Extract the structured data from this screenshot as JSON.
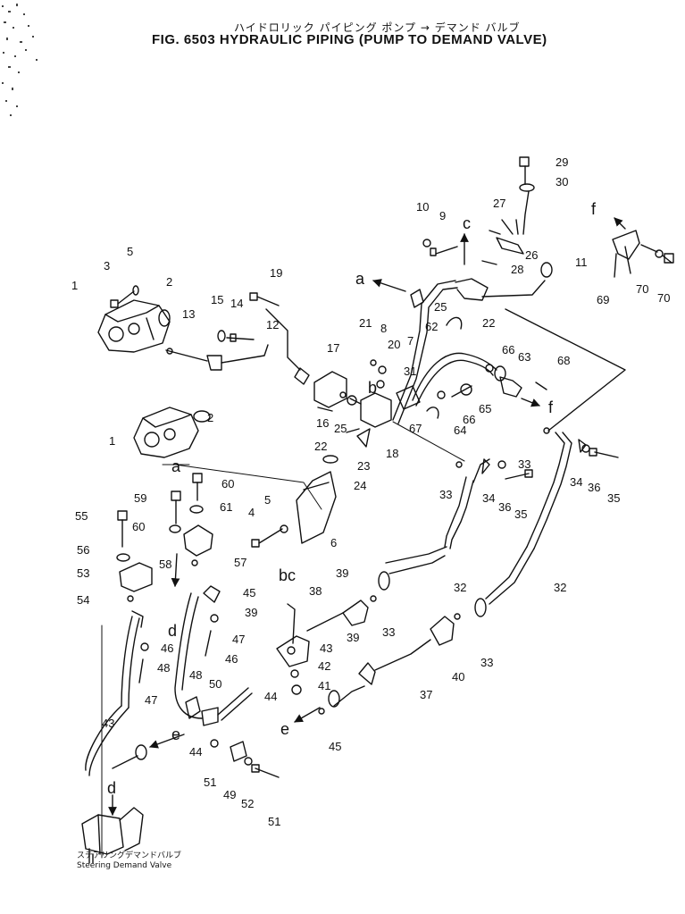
{
  "figure": {
    "title_jp": "ハイドロリック パイピング ポンプ → デマンド バルブ",
    "title_en": "FIG. 6503  HYDRAULIC PIPING (PUMP TO DEMAND VALVE)"
  },
  "caption": {
    "jp": "ステアリングデマンドバルブ",
    "en": "Steering Demand Valve"
  },
  "callouts": [
    "1",
    "1",
    "2",
    "2",
    "3",
    "4",
    "5",
    "5",
    "6",
    "7",
    "8",
    "9",
    "10",
    "11",
    "12",
    "13",
    "14",
    "15",
    "16",
    "17",
    "18",
    "19",
    "20",
    "21",
    "22",
    "22",
    "23",
    "24",
    "25",
    "25",
    "26",
    "27",
    "28",
    "29",
    "30",
    "31",
    "32",
    "32",
    "33",
    "33",
    "33",
    "33",
    "34",
    "34",
    "35",
    "35",
    "36",
    "36",
    "37",
    "38",
    "39",
    "39",
    "39",
    "40",
    "41",
    "42",
    "43",
    "43",
    "44",
    "44",
    "45",
    "45",
    "46",
    "46",
    "47",
    "47",
    "48",
    "48",
    "49",
    "50",
    "51",
    "51",
    "52",
    "53",
    "54",
    "55",
    "56",
    "57",
    "58",
    "59",
    "60",
    "60",
    "61",
    "62",
    "63",
    "64",
    "65",
    "66",
    "66",
    "67",
    "68",
    "69",
    "70"
  ],
  "connection_letters": [
    "a",
    "a",
    "b",
    "c",
    "bc",
    "d",
    "d",
    "e",
    "e",
    "f",
    "f"
  ]
}
